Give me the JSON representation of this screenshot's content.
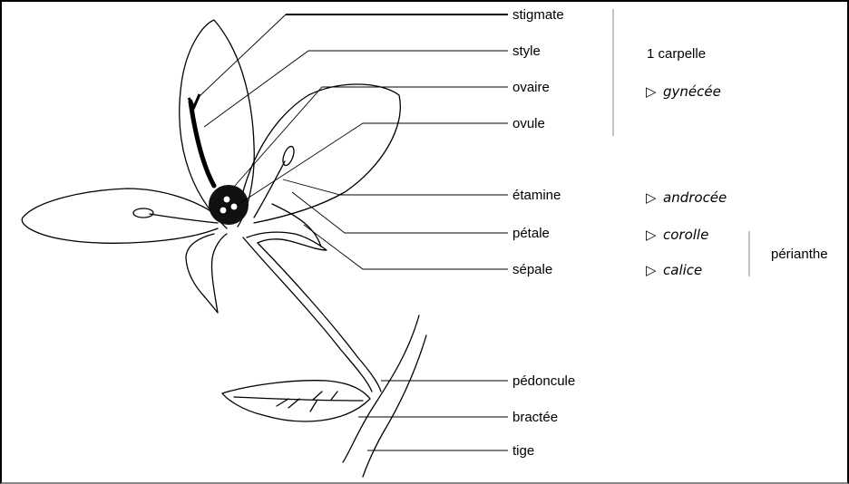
{
  "labels": {
    "stigmate": "stigmate",
    "style": "style",
    "ovaire": "ovaire",
    "ovule": "ovule",
    "etamine": "étamine",
    "petale": "pétale",
    "sepale": "sépale",
    "pedoncule": "pédoncule",
    "bractee": "bractée",
    "tige": "tige"
  },
  "groups": {
    "carpelle": "1 carpelle",
    "gynecee": "gynécée",
    "androcee": "androcée",
    "corolle": "corolle",
    "calice": "calice",
    "perianthe": "périanthe"
  },
  "arrow_glyph": "▷"
}
